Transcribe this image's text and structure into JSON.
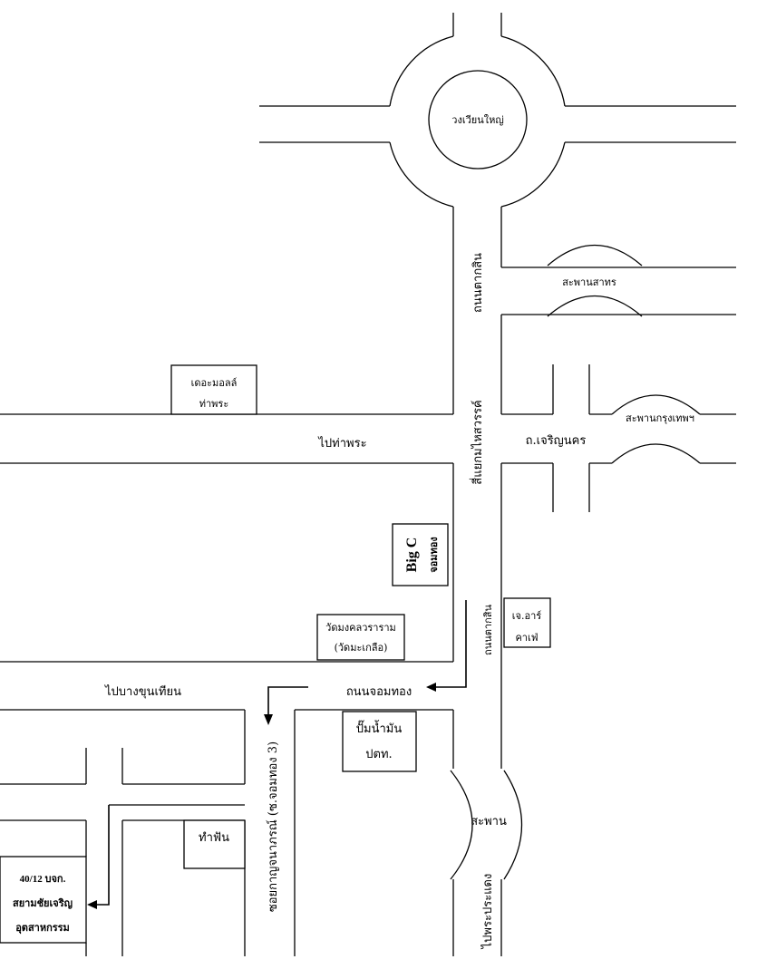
{
  "map": {
    "roundabout": "วงเวียนใหญ่",
    "road_taksin_north": "ถนนตากสิน",
    "bridge_sathorn": "สะพานสาทร",
    "the_mall": [
      "เดอะมอลล์",
      "ท่าพระ"
    ],
    "intersection": "สี่แยกมไหสวรรค์",
    "bridge_krungthep": "สะพานกรุงเทพฯ",
    "to_tha_phra": "ไปท่าพระ",
    "road_charoen_nakhon": "ถ.เจริญนคร",
    "big_c": [
      "Big C",
      "จอมทอง"
    ],
    "road_taksin_south": "ถนนตากสิน",
    "jr_cafe": [
      "เจ.อาร์",
      "คาเฟ่"
    ],
    "wat": [
      "วัดมงคลวราราม",
      "(วัดมะเกลือ)"
    ],
    "to_bang_khun_thian": "ไปบางขุนเทียน",
    "road_chom_thong": "ถนนจอมทอง",
    "soi": "ซอยกาญจนาภรณ์ (ซ.จอมทอง 3)",
    "ptt": [
      "ปั๊มน้ำมัน",
      "ปตท."
    ],
    "fill": "ทำฟัน",
    "bridge_small": "สะพาน",
    "to_phra_pradaeng": "ไปพระประแดง",
    "company": [
      "40/12 บจก.",
      "สยามชัยเจริญ",
      "อุตสาหกรรม"
    ]
  }
}
